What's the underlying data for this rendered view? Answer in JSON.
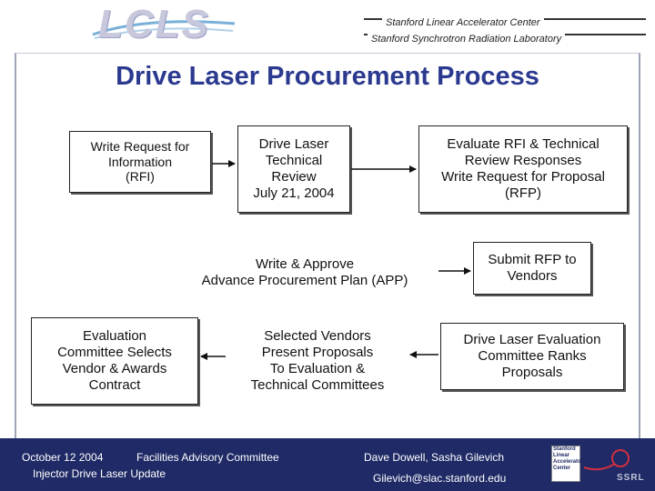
{
  "header": {
    "logo": "LCLS",
    "org_line1": "Stanford Linear Accelerator Center",
    "org_line2": "Stanford Synchrotron Radiation Laboratory"
  },
  "slide": {
    "title": "Drive Laser Procurement Process",
    "steps": {
      "rfi": "Write Request for\nInformation\n(RFI)",
      "review": "Drive Laser\nTechnical\nReview\nJuly 21, 2004",
      "evaluate_rfi": "Evaluate RFI & Technical\nReview Responses\nWrite Request for Proposal\n(RFP)",
      "app": "Write & Approve\nAdvance Procurement Plan (APP)",
      "submit_rfp": "Submit RFP to\nVendors",
      "evaluation_committee": "Evaluation\nCommittee Selects\nVendor & Awards\nContract",
      "vendors_present": "Selected Vendors\nPresent Proposals\nTo Evaluation &\nTechnical Committees",
      "ranks": "Drive Laser Evaluation\nCommittee Ranks\nProposals"
    }
  },
  "footer": {
    "date": "October 12 2004",
    "meeting": "Facilities Advisory Committee",
    "subtitle": "Injector Drive Laser Update",
    "authors": "Dave Dowell, Sasha Gilevich",
    "email": "Gilevich@slac.stanford.edu",
    "slac_logo": "Stanford\nLinear\nAccelerator\nCenter",
    "slac_mark": "SSRL"
  },
  "colors": {
    "title": "#2b3a8f",
    "footer_bg": "#1f2a66",
    "footer_text": "#ffffff"
  }
}
